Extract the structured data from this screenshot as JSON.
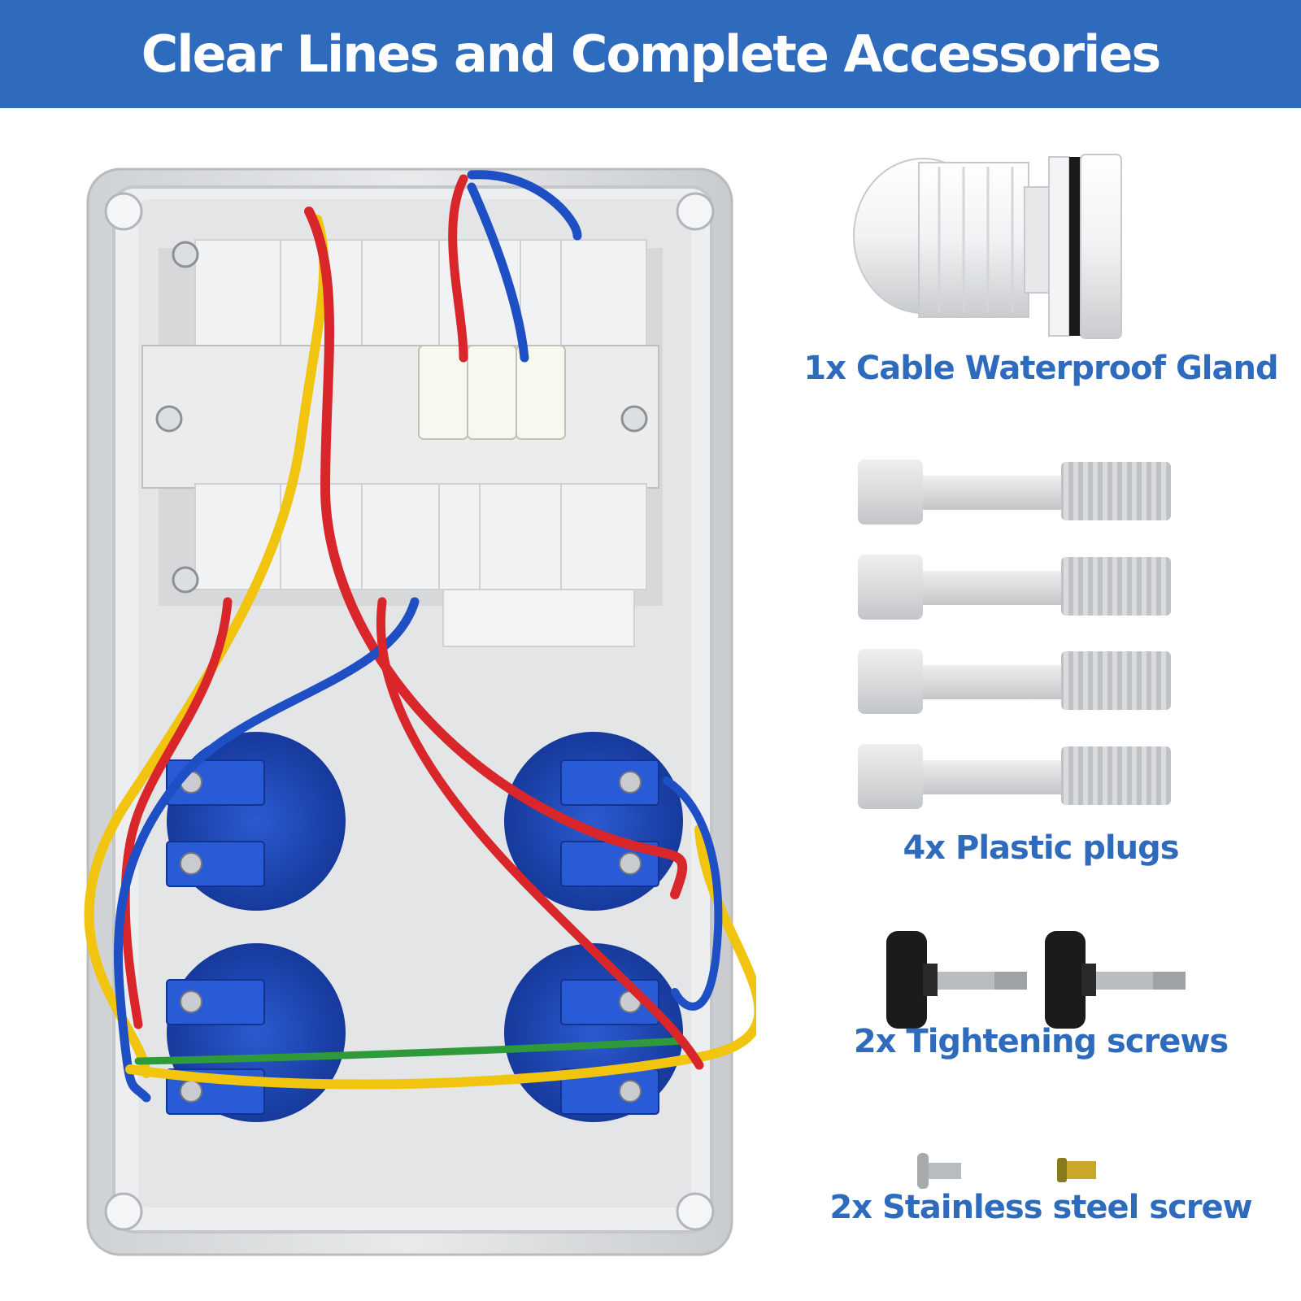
{
  "banner": {
    "title": "Clear Lines and Complete Accessories",
    "background": "#2f6bbd",
    "text_color": "#ffffff"
  },
  "main_photo": {
    "subject": "junction-box-with-breakers-and-sockets",
    "icon": "distribution-box-icon"
  },
  "accessories": [
    {
      "icon": "cable-gland-icon",
      "label": "1x Cable Waterproof Gland"
    },
    {
      "icon": "plastic-plug-icon",
      "label": "4x Plastic plugs"
    },
    {
      "icon": "tightening-screw-icon",
      "label": "2x Tightening screws"
    },
    {
      "icon": "stainless-screw-icon",
      "label": "2x Stainless steel screw"
    }
  ],
  "colors": {
    "caption": "#2f6bbd",
    "wire_red": "#d8262b",
    "wire_blue": "#1e4fc4",
    "wire_yellow": "#f1c40f",
    "wire_green": "#2f9a3a",
    "socket_blue": "#1f47b8"
  }
}
